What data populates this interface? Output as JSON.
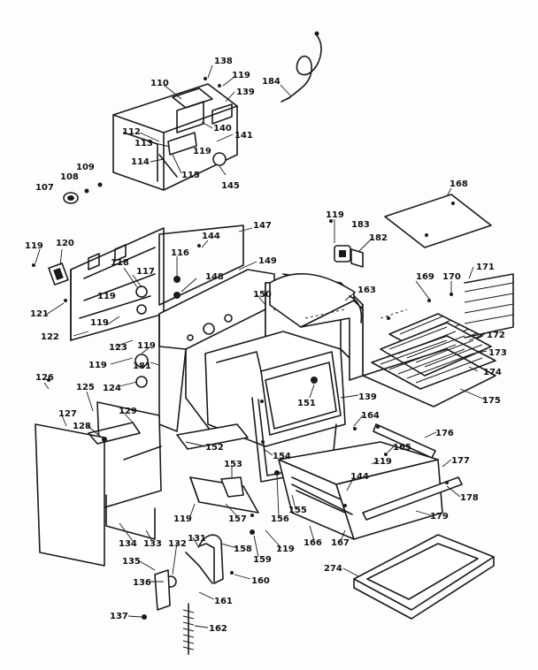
{
  "labels": [
    {
      "id": "lbl-138",
      "text": "138"
    },
    {
      "id": "lbl-119a",
      "text": "119"
    },
    {
      "id": "lbl-110",
      "text": "110"
    },
    {
      "id": "lbl-139a",
      "text": "139"
    },
    {
      "id": "lbl-184",
      "text": "184"
    },
    {
      "id": "lbl-112",
      "text": "112"
    },
    {
      "id": "lbl-140",
      "text": "140"
    },
    {
      "id": "lbl-113",
      "text": "113"
    },
    {
      "id": "lbl-141",
      "text": "141"
    },
    {
      "id": "lbl-119b",
      "text": "119"
    },
    {
      "id": "lbl-114",
      "text": "114"
    },
    {
      "id": "lbl-115",
      "text": "115"
    },
    {
      "id": "lbl-145",
      "text": "145"
    },
    {
      "id": "lbl-109",
      "text": "109"
    },
    {
      "id": "lbl-108",
      "text": "108"
    },
    {
      "id": "lbl-107",
      "text": "107"
    },
    {
      "id": "lbl-168",
      "text": "168"
    },
    {
      "id": "lbl-119c",
      "text": "119"
    },
    {
      "id": "lbl-183",
      "text": "183"
    },
    {
      "id": "lbl-182",
      "text": "182"
    },
    {
      "id": "lbl-119d",
      "text": "119"
    },
    {
      "id": "lbl-120",
      "text": "120"
    },
    {
      "id": "lbl-116",
      "text": "116"
    },
    {
      "id": "lbl-144a",
      "text": "144"
    },
    {
      "id": "lbl-147",
      "text": "147"
    },
    {
      "id": "lbl-149",
      "text": "149"
    },
    {
      "id": "lbl-118",
      "text": "118"
    },
    {
      "id": "lbl-117",
      "text": "117"
    },
    {
      "id": "lbl-148",
      "text": "148"
    },
    {
      "id": "lbl-119e",
      "text": "119"
    },
    {
      "id": "lbl-150",
      "text": "150"
    },
    {
      "id": "lbl-163",
      "text": "163"
    },
    {
      "id": "lbl-169",
      "text": "169"
    },
    {
      "id": "lbl-170",
      "text": "170"
    },
    {
      "id": "lbl-171",
      "text": "171"
    },
    {
      "id": "lbl-121",
      "text": "121"
    },
    {
      "id": "lbl-119f",
      "text": "119"
    },
    {
      "id": "lbl-122",
      "text": "122"
    },
    {
      "id": "lbl-123",
      "text": "123"
    },
    {
      "id": "lbl-119g",
      "text": "119"
    },
    {
      "id": "lbl-172",
      "text": "172"
    },
    {
      "id": "lbl-173",
      "text": "173"
    },
    {
      "id": "lbl-119h",
      "text": "119"
    },
    {
      "id": "lbl-181",
      "text": "181"
    },
    {
      "id": "lbl-174",
      "text": "174"
    },
    {
      "id": "lbl-126",
      "text": "126"
    },
    {
      "id": "lbl-124",
      "text": "124"
    },
    {
      "id": "lbl-125",
      "text": "125"
    },
    {
      "id": "lbl-151",
      "text": "151"
    },
    {
      "id": "lbl-139b",
      "text": "139"
    },
    {
      "id": "lbl-175",
      "text": "175"
    },
    {
      "id": "lbl-129",
      "text": "129"
    },
    {
      "id": "lbl-127",
      "text": "127"
    },
    {
      "id": "lbl-128",
      "text": "128"
    },
    {
      "id": "lbl-164",
      "text": "164"
    },
    {
      "id": "lbl-176",
      "text": "176"
    },
    {
      "id": "lbl-152",
      "text": "152"
    },
    {
      "id": "lbl-165",
      "text": "165"
    },
    {
      "id": "lbl-154",
      "text": "154"
    },
    {
      "id": "lbl-119i",
      "text": "119"
    },
    {
      "id": "lbl-177",
      "text": "177"
    },
    {
      "id": "lbl-153",
      "text": "153"
    },
    {
      "id": "lbl-144b",
      "text": "144"
    },
    {
      "id": "lbl-178",
      "text": "178"
    },
    {
      "id": "lbl-119j",
      "text": "119"
    },
    {
      "id": "lbl-157",
      "text": "157"
    },
    {
      "id": "lbl-156",
      "text": "156"
    },
    {
      "id": "lbl-155",
      "text": "155"
    },
    {
      "id": "lbl-179",
      "text": "179"
    },
    {
      "id": "lbl-134",
      "text": "134"
    },
    {
      "id": "lbl-133",
      "text": "133"
    },
    {
      "id": "lbl-119k",
      "text": "119"
    },
    {
      "id": "lbl-166",
      "text": "166"
    },
    {
      "id": "lbl-167",
      "text": "167"
    },
    {
      "id": "lbl-132",
      "text": "132"
    },
    {
      "id": "lbl-131",
      "text": "131"
    },
    {
      "id": "lbl-158",
      "text": "158"
    },
    {
      "id": "lbl-159",
      "text": "159"
    },
    {
      "id": "lbl-274",
      "text": "274"
    },
    {
      "id": "lbl-135",
      "text": "135"
    },
    {
      "id": "lbl-136",
      "text": "136"
    },
    {
      "id": "lbl-160",
      "text": "160"
    },
    {
      "id": "lbl-161",
      "text": "161"
    },
    {
      "id": "lbl-137",
      "text": "137"
    },
    {
      "id": "lbl-162",
      "text": "162"
    }
  ]
}
